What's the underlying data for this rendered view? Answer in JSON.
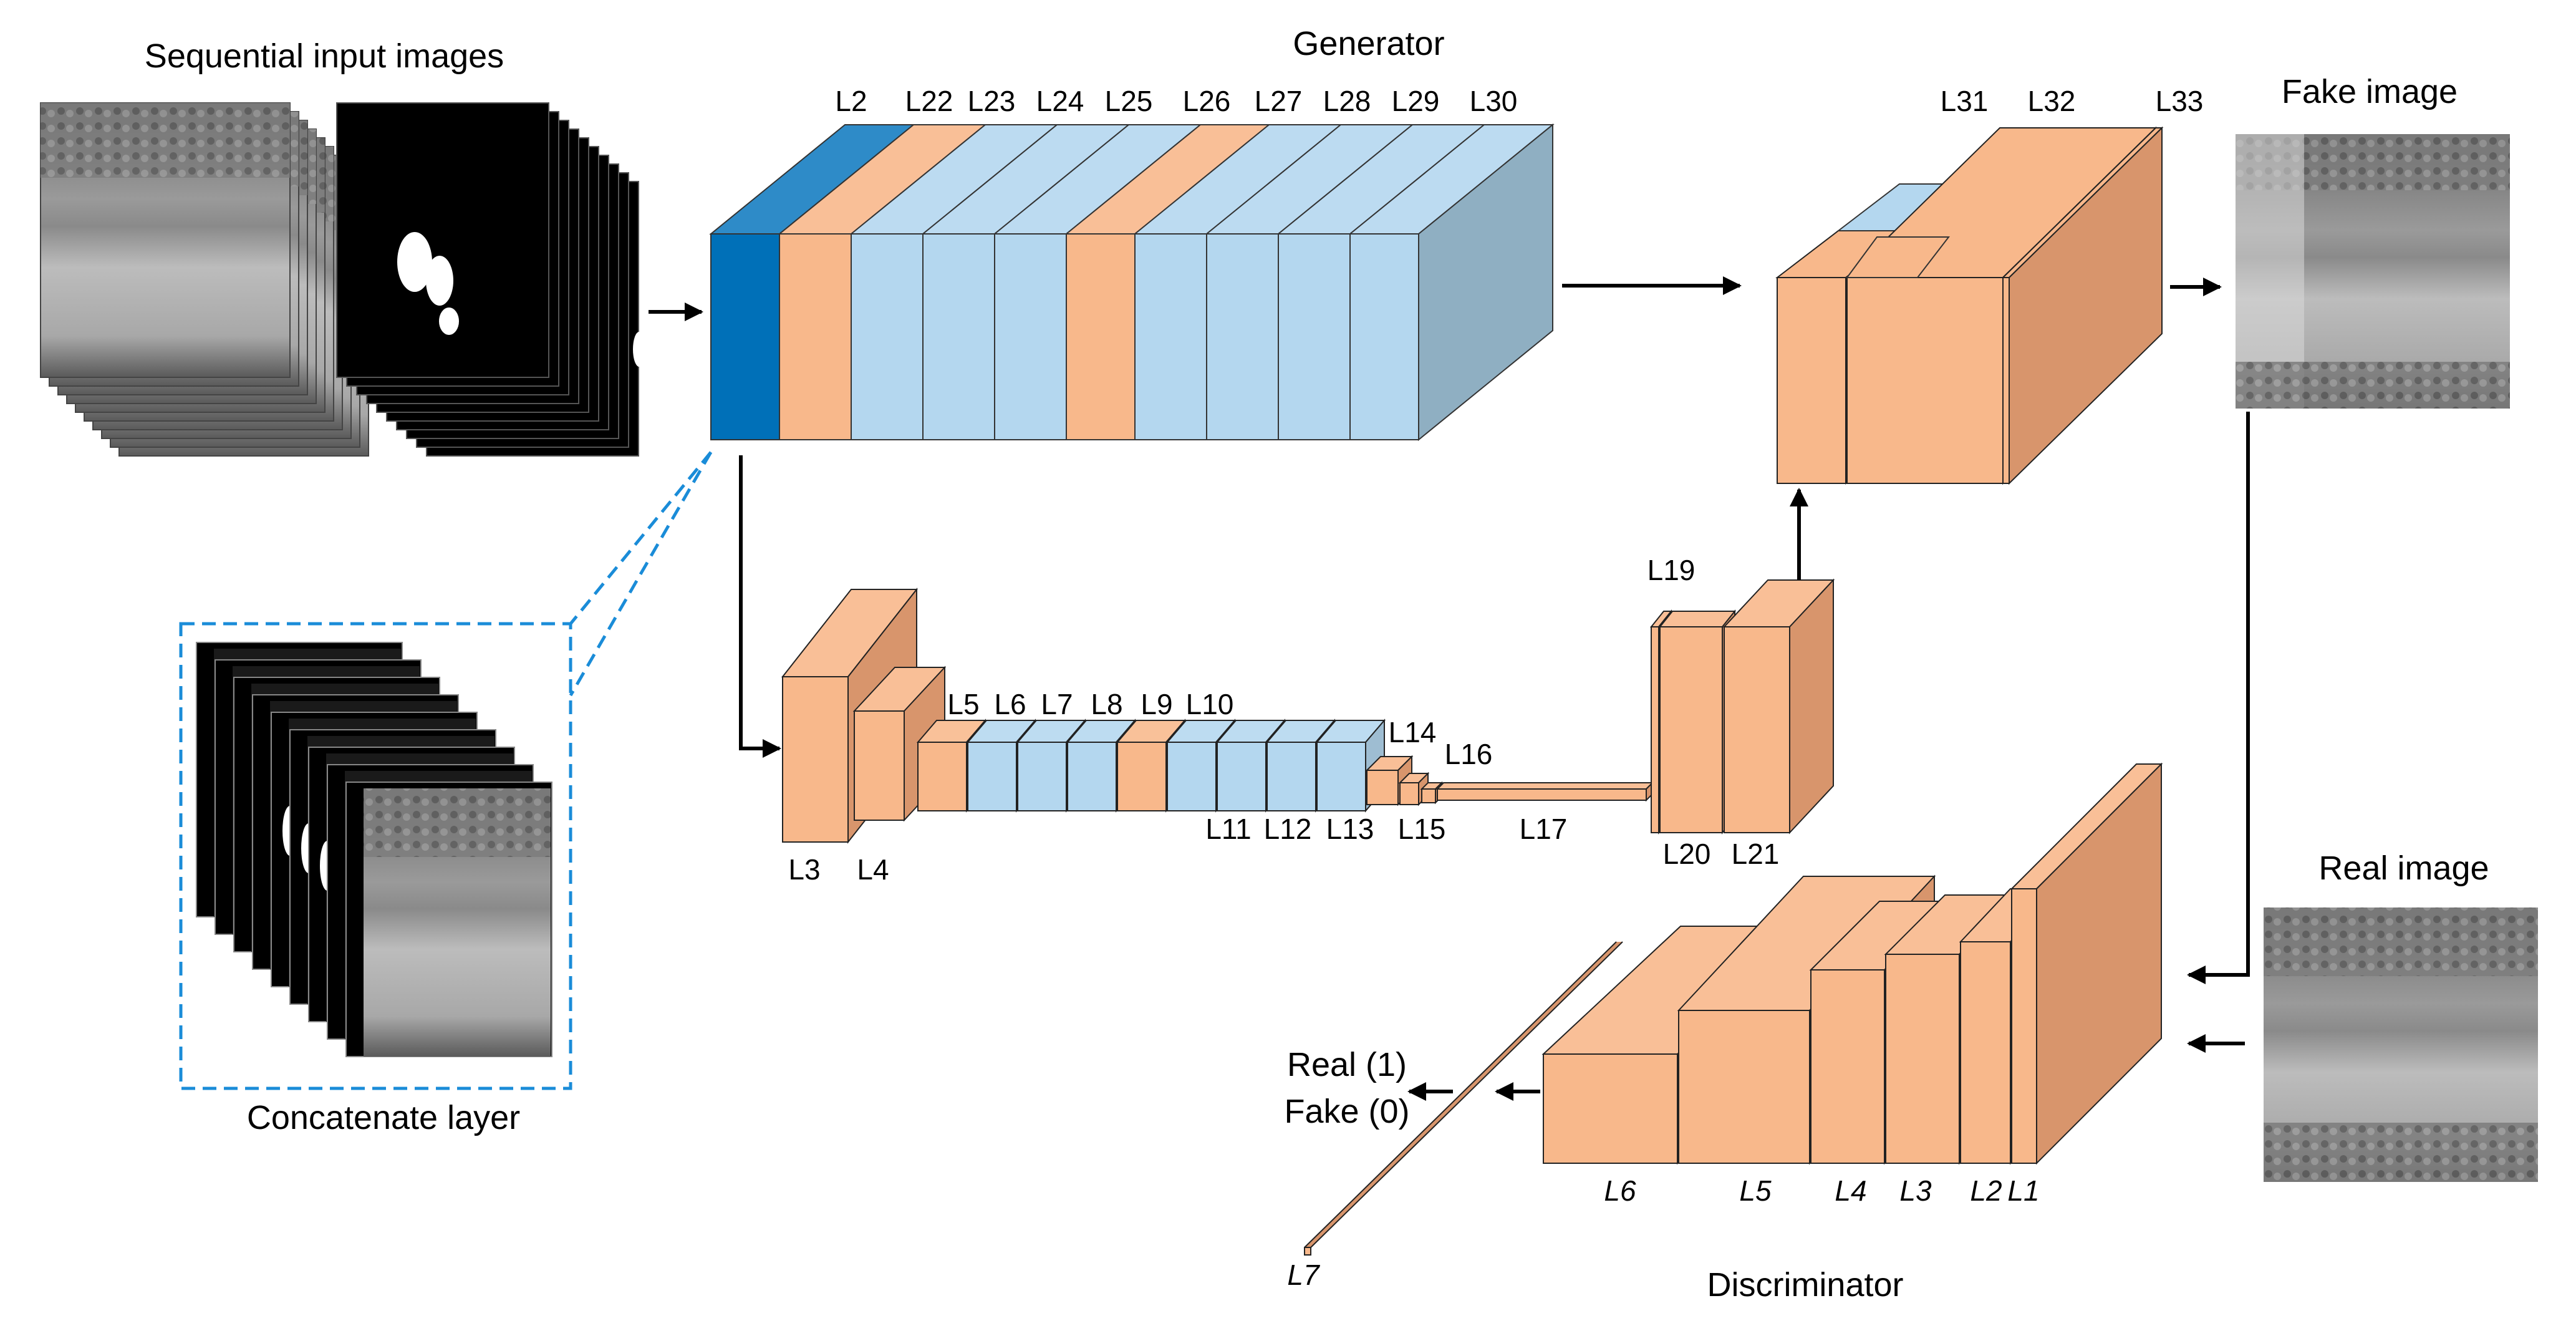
{
  "titles": {
    "generator": "Generator",
    "discriminator": "Discriminator",
    "sequential_input": "Sequential input images",
    "concatenate": "Concatenate layer",
    "fake_image": "Fake image",
    "real_image": "Real image"
  },
  "outputs": {
    "real": "Real (1)",
    "fake": "Fake (0)"
  },
  "generator_top_layers": [
    "L2",
    "L22",
    "L23",
    "L24",
    "L25",
    "L26",
    "L27",
    "L28",
    "L29",
    "L30"
  ],
  "generator_right_layers": [
    "L31",
    "L32",
    "L33"
  ],
  "encoder_layers_top": [
    "L5",
    "L6",
    "L7",
    "L8",
    "L9",
    "L10"
  ],
  "encoder_layers_bottom": [
    "L3",
    "L4",
    "L11",
    "L12",
    "L13",
    "L14",
    "L15",
    "L16",
    "L17"
  ],
  "decoder_layers": [
    "L19",
    "L20",
    "L21"
  ],
  "discriminator_layers": [
    "L1",
    "L2",
    "L3",
    "L4",
    "L5",
    "L6",
    "L7"
  ],
  "colors": {
    "orange": "#F8B88B",
    "orange_side": "#D8956C",
    "light_blue": "#B4D7EF",
    "dark_blue": "#0070B8",
    "mid_blue": "#2E8BC8",
    "slate": "#8FAFC2",
    "dashed": "#1A8CD8"
  }
}
